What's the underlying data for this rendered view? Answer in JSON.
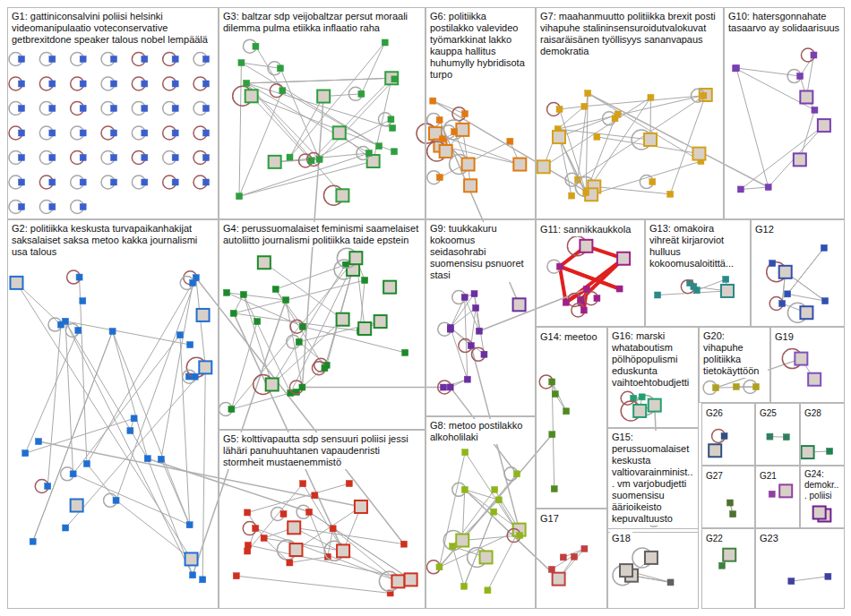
{
  "diagram": {
    "nodes": [
      {
        "text": [
          "G1: gattiniconsalvini poliisi helsinki videomanipulaatio voteconservative getbrexitdone speaker talous nobel lempäälä"
        ]
      },
      {
        "text": [
          "G2: politiikka keskusta turvapaikanhakijat saksalaiset saksa metoo kakka journalismi usa talous"
        ]
      },
      {
        "text": [
          "G3: baltzar sdp veijobaltzar persut moraali dilemma pulma etiikka inflaatio raha"
        ]
      },
      {
        "text": [
          "G4: perussuomalaiset feminismi saamelaiset autoliitto journalismi politiikka taide epstein"
        ]
      },
      {
        "text": [
          "G5: kolttivapautta sdp sensuuri poliisi jessi lähäri panuhuuhtanen vapaudenristi stormheit mustaenemmistö"
        ]
      },
      {
        "text": [
          "G6: politiikka postilakko valevideo työmarkkinat lakko kauppa hallitus huhumylly hybridisota turpo"
        ]
      },
      {
        "text": [
          "G7: maahanmuutto politiikka brexit posti vihapuhe stalininsensuroidutvalokuvat raisaräisänen työllisyys sananvapaus demokratia"
        ]
      },
      {
        "text": [
          "G8: metoo postilakko alkoholilaki"
        ]
      },
      {
        "text": [
          "G9: tuukkakuru kokoomus seidasohrabi suomensisu psnuoret stasi"
        ]
      },
      {
        "text": [
          "G10: hatersgonnahate tasaarvo ay solidaarisuus"
        ]
      },
      {
        "text": [
          "G11: sannikkaukkola"
        ]
      },
      {
        "text": [
          "G12"
        ]
      },
      {
        "text": [
          "G13: omakoira vihreät kirjaroviot hulluus kokoomusaloitittä..."
        ]
      },
      {
        "text": [
          "G14: meetoo"
        ]
      },
      {
        "text": [
          "G15: perussuomalaiset keskusta valtiovarainminist... vm varjobudjetti suomensisu äärioikeisto kepuvaltuusto"
        ]
      },
      {
        "text": [
          "G16: marski whataboutism pölhöpopulismi eduskunta vaihtoehtobudjetti"
        ]
      },
      {
        "text": [
          "G17"
        ]
      },
      {
        "text": [
          "G18"
        ]
      },
      {
        "text": [
          "G19"
        ]
      },
      {
        "text": [
          "G20: vihapuhe politiikka tietokäyttöön"
        ]
      },
      {
        "text": [
          "G21"
        ]
      },
      {
        "text": [
          "G22"
        ]
      },
      {
        "text": [
          "G23"
        ]
      },
      {
        "text": [
          "G24: demokr... poliisi"
        ]
      },
      {
        "text": [
          "G25"
        ]
      },
      {
        "text": [
          "G26"
        ]
      },
      {
        "text": [
          "G27"
        ]
      },
      {
        "text": [
          "G28"
        ]
      }
    ]
  }
}
